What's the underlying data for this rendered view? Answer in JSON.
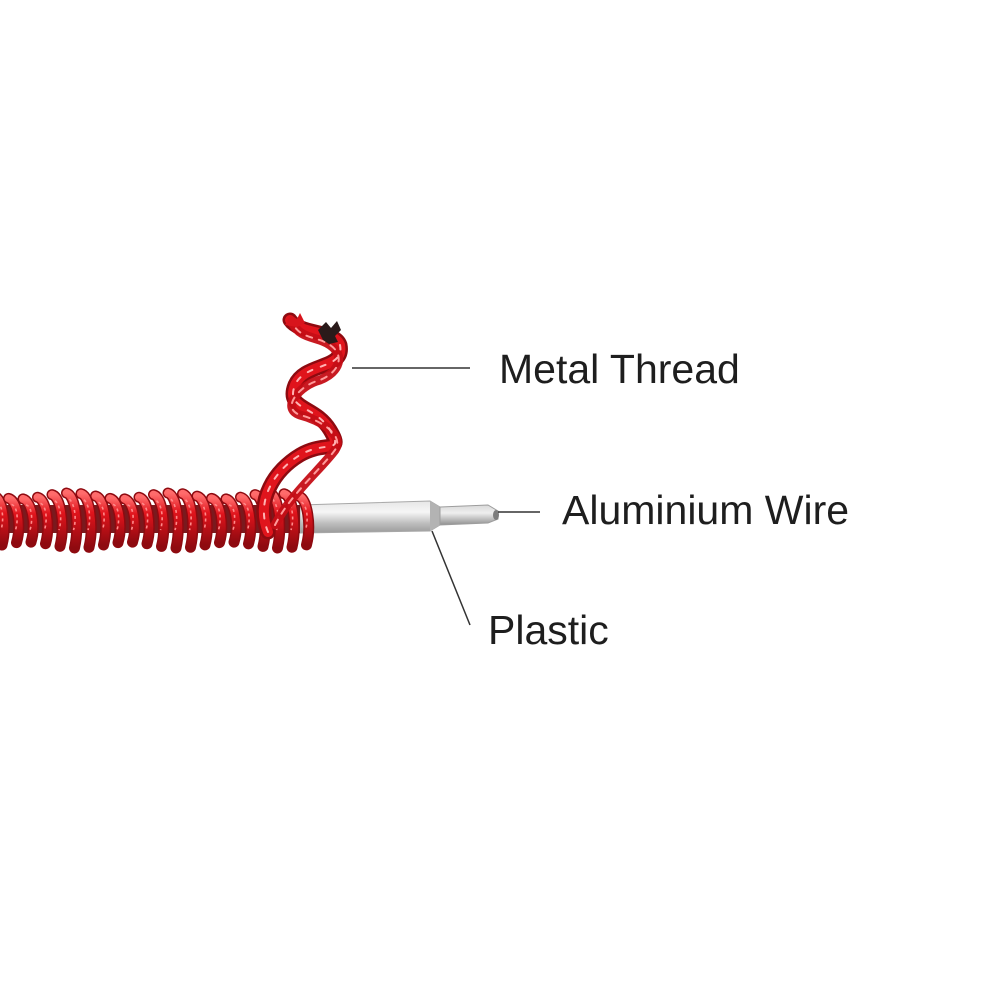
{
  "labels": {
    "metal_thread": "Metal Thread",
    "aluminium_wire": "Aluminium Wire",
    "plastic": "Plastic"
  },
  "colors": {
    "background": "#ffffff",
    "thread_red": "#d8141c",
    "thread_dark": "#8e0a10",
    "thread_highlight": "#ff8a8a",
    "plastic_silver": "#c9c9c9",
    "wire_silver": "#b5b5b5",
    "leader_line": "#333333",
    "text": "#1e1e1e"
  }
}
